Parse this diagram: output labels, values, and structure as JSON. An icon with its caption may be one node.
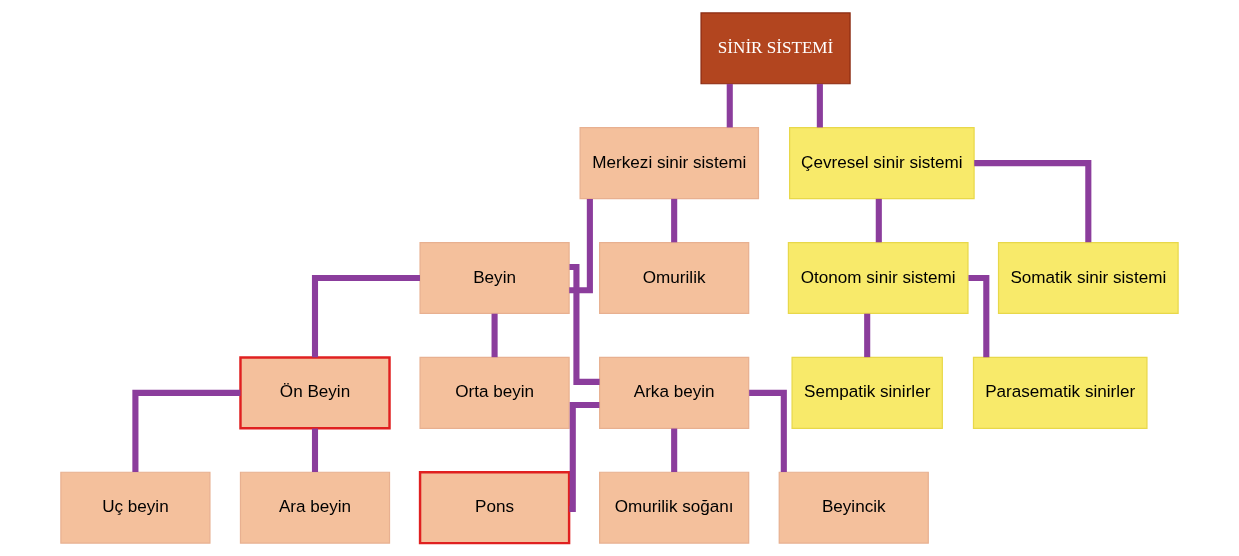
{
  "diagram": {
    "nodes": [
      {
        "text": [
          "SİNİR SİSTEMİ"
        ]
      },
      {
        "text": [
          "Merkezi sinir sistemi"
        ]
      },
      {
        "text": [
          "Çevresel sinir sistemi"
        ]
      },
      {
        "text": [
          "Beyin"
        ]
      },
      {
        "text": [
          "Omurilik"
        ]
      },
      {
        "text": [
          "Otonom sinir sistemi"
        ]
      },
      {
        "text": [
          "Somatik sinir sistemi"
        ]
      },
      {
        "text": [
          "Ön Beyin"
        ]
      },
      {
        "text": [
          "Orta beyin"
        ]
      },
      {
        "text": [
          "Arka beyin"
        ]
      },
      {
        "text": [
          "Sempatik sinirler"
        ]
      },
      {
        "text": [
          "Parasematik sinirler"
        ]
      },
      {
        "text": [
          "Uç beyin"
        ]
      },
      {
        "text": [
          "Ara beyin"
        ]
      },
      {
        "text": [
          "Pons"
        ]
      },
      {
        "text": [
          "Omurilik soğanı"
        ]
      },
      {
        "text": [
          "Beyincik"
        ]
      }
    ],
    "edges": [
      {
        "from": 0,
        "to": 1,
        "arrow": "none"
      },
      {
        "from": 0,
        "to": 2,
        "arrow": "none"
      },
      {
        "from": 1,
        "to": 3,
        "arrow": "none"
      },
      {
        "from": 1,
        "to": 4,
        "arrow": "none"
      },
      {
        "from": 2,
        "to": 5,
        "arrow": "none"
      },
      {
        "from": 2,
        "to": 6,
        "arrow": "none"
      },
      {
        "from": 3,
        "to": 7,
        "arrow": "none"
      },
      {
        "from": 3,
        "to": 8,
        "arrow": "none"
      },
      {
        "from": 3,
        "to": 9,
        "arrow": "none"
      },
      {
        "from": 5,
        "to": 10,
        "arrow": "none"
      },
      {
        "from": 5,
        "to": 11,
        "arrow": "none"
      },
      {
        "from": 7,
        "to": 12,
        "arrow": "none"
      },
      {
        "from": 7,
        "to": 13,
        "arrow": "none"
      },
      {
        "from": 9,
        "to": 14,
        "arrow": "none"
      },
      {
        "from": 9,
        "to": 15,
        "arrow": "none"
      },
      {
        "from": 9,
        "to": 16,
        "arrow": "none"
      }
    ]
  }
}
